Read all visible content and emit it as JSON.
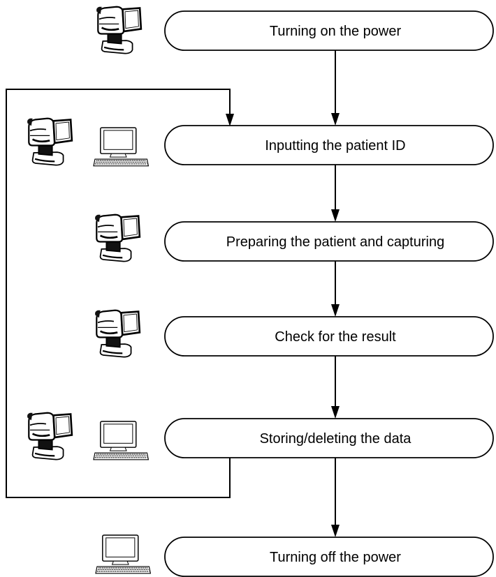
{
  "steps": [
    {
      "label": "Turning on the power",
      "devices": [
        "camera-device"
      ]
    },
    {
      "label": "Inputting the patient ID",
      "devices": [
        "camera-device",
        "computer-device"
      ]
    },
    {
      "label": "Preparing the patient and capturing",
      "devices": [
        "camera-device"
      ]
    },
    {
      "label": "Check for the result",
      "devices": [
        "camera-device"
      ]
    },
    {
      "label": "Storing/deleting the data",
      "devices": [
        "camera-device",
        "computer-device"
      ]
    },
    {
      "label": "Turning off the power",
      "devices": [
        "computer-device"
      ]
    }
  ],
  "colors": {
    "line": "#000000",
    "box_fill": "#ffffff"
  }
}
